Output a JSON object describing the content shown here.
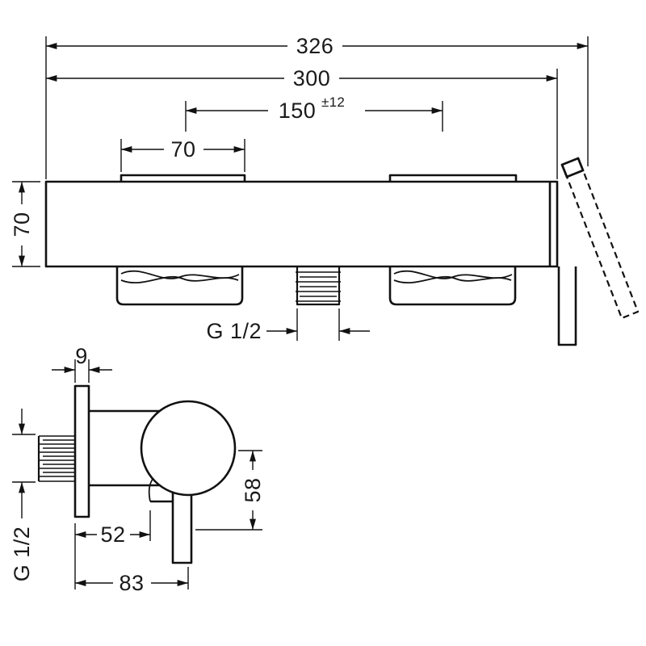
{
  "front_view": {
    "dim_overall_width": "326",
    "dim_body_width": "300",
    "dim_hole_spacing": "150",
    "dim_hole_spacing_tolerance": "±12",
    "dim_escutcheon_width": "70",
    "dim_body_height": "70",
    "thread_size": "G 1/2"
  },
  "side_view": {
    "dim_escutcheon_depth": "9",
    "thread_size": "G 1/2",
    "dim_wall_to_handle": "52",
    "dim_handle_drop": "58",
    "dim_wall_to_front": "83"
  },
  "colors": {
    "line": "#111111",
    "background": "#ffffff"
  }
}
